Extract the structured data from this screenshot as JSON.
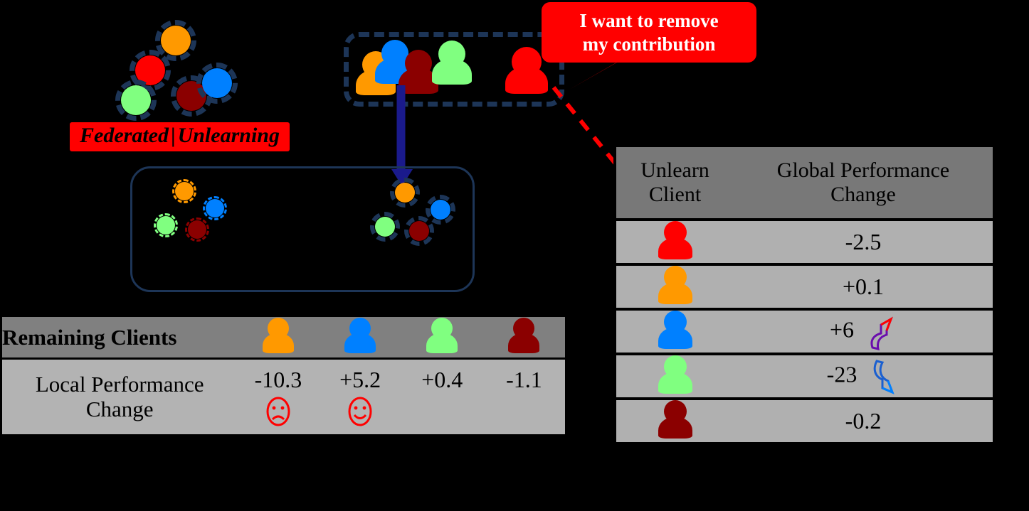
{
  "colors": {
    "orange": "#ff9900",
    "blue": "#0080ff",
    "green": "#80ff80",
    "darkred": "#8b0000",
    "red": "#ff0000",
    "navy": "#1d3557",
    "arrow_blue": "#1a1a8c",
    "header_gray": "#808080",
    "body_gray": "#b3b3b3",
    "right_header_gray": "#787878",
    "right_body_gray": "#b0b0b0",
    "background": "#000000"
  },
  "diagram": {
    "federated_unlearning_label": {
      "left_word": "Federated",
      "separator": "|",
      "right_word": "Unlearning"
    },
    "speech_bubble": {
      "line1": "I want to remove",
      "line2": "my contribution"
    },
    "top_cluster_nodes": [
      {
        "name": "node-orange",
        "color": "#ff9900"
      },
      {
        "name": "node-red",
        "color": "#ff0000"
      },
      {
        "name": "node-green",
        "color": "#80ff80"
      },
      {
        "name": "node-darkred",
        "color": "#8b0000"
      },
      {
        "name": "node-blue",
        "color": "#0080ff"
      }
    ],
    "group_box_clients": [
      {
        "name": "client-orange",
        "color": "#ff9900"
      },
      {
        "name": "client-blue",
        "color": "#0080ff"
      },
      {
        "name": "client-darkred",
        "color": "#8b0000"
      },
      {
        "name": "client-green",
        "color": "#80ff80"
      }
    ],
    "leaving_client": {
      "name": "client-red",
      "color": "#ff0000"
    },
    "server_box_left_group": [
      {
        "name": "model-node-orange",
        "color": "#ff9900"
      },
      {
        "name": "model-node-blue",
        "color": "#0080ff"
      },
      {
        "name": "model-node-green",
        "color": "#80ff80"
      },
      {
        "name": "model-node-darkred",
        "color": "#8b0000"
      }
    ],
    "server_box_right_group": [
      {
        "name": "retrained-node-orange",
        "color": "#ff9900"
      },
      {
        "name": "retrained-node-blue",
        "color": "#0080ff"
      },
      {
        "name": "retrained-node-green",
        "color": "#80ff80"
      },
      {
        "name": "retrained-node-darkred",
        "color": "#8b0000"
      }
    ]
  },
  "left_table": {
    "header_label": "Remaining Clients",
    "metric_line1": "Local Performance",
    "metric_line2": "Change",
    "clients": [
      {
        "name": "orange-client",
        "color": "#ff9900"
      },
      {
        "name": "blue-client",
        "color": "#0080ff"
      },
      {
        "name": "green-client",
        "color": "#80ff80"
      },
      {
        "name": "darkred-client",
        "color": "#8b0000"
      }
    ],
    "values": [
      "-10.3",
      "+5.2",
      "+0.4",
      "-1.1"
    ],
    "faces": [
      "sad-face",
      "happy-face",
      "",
      ""
    ]
  },
  "right_table": {
    "col1_line1": "Unlearn",
    "col1_line2": "Client",
    "col2_line1": "Global Performance",
    "col2_line2": "Change",
    "rows": [
      {
        "client_name": "red-client",
        "client_color": "#ff0000",
        "value": "-2.5",
        "arrow": ""
      },
      {
        "client_name": "orange-client",
        "client_color": "#ff9900",
        "value": "+0.1",
        "arrow": ""
      },
      {
        "client_name": "blue-client",
        "client_color": "#0080ff",
        "value": "+6",
        "arrow": "up-arrow"
      },
      {
        "client_name": "green-client",
        "client_color": "#80ff80",
        "value": "-23",
        "arrow": "down-arrow"
      },
      {
        "client_name": "darkred-client",
        "client_color": "#8b0000",
        "value": "-0.2",
        "arrow": ""
      }
    ]
  }
}
